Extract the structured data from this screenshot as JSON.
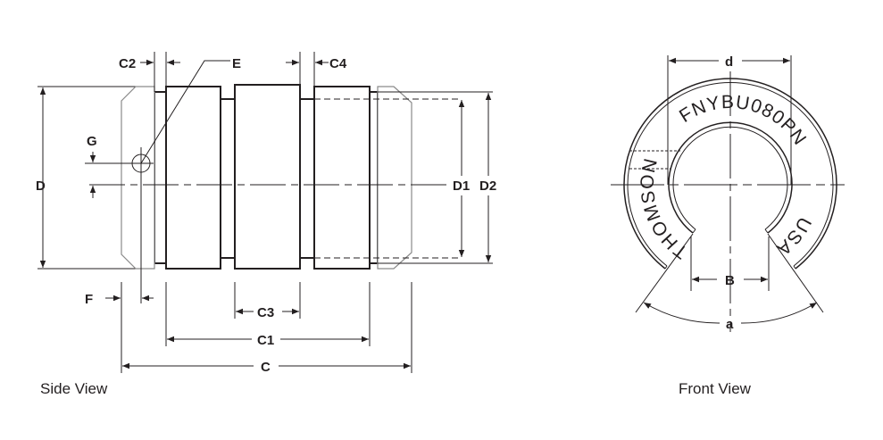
{
  "side_view": {
    "caption": "Side View",
    "labels": {
      "C2": "C2",
      "E": "E",
      "C4": "C4",
      "G": "G",
      "D": "D",
      "D1": "D1",
      "D2": "D2",
      "F": "F",
      "C3": "C3",
      "C1": "C1",
      "C": "C"
    }
  },
  "front_view": {
    "caption": "Front View",
    "labels": {
      "d": "d",
      "B": "B",
      "a": "a"
    },
    "markings": {
      "left": "THOMSON",
      "top": "FNYBU080PN",
      "right": "USA"
    }
  }
}
